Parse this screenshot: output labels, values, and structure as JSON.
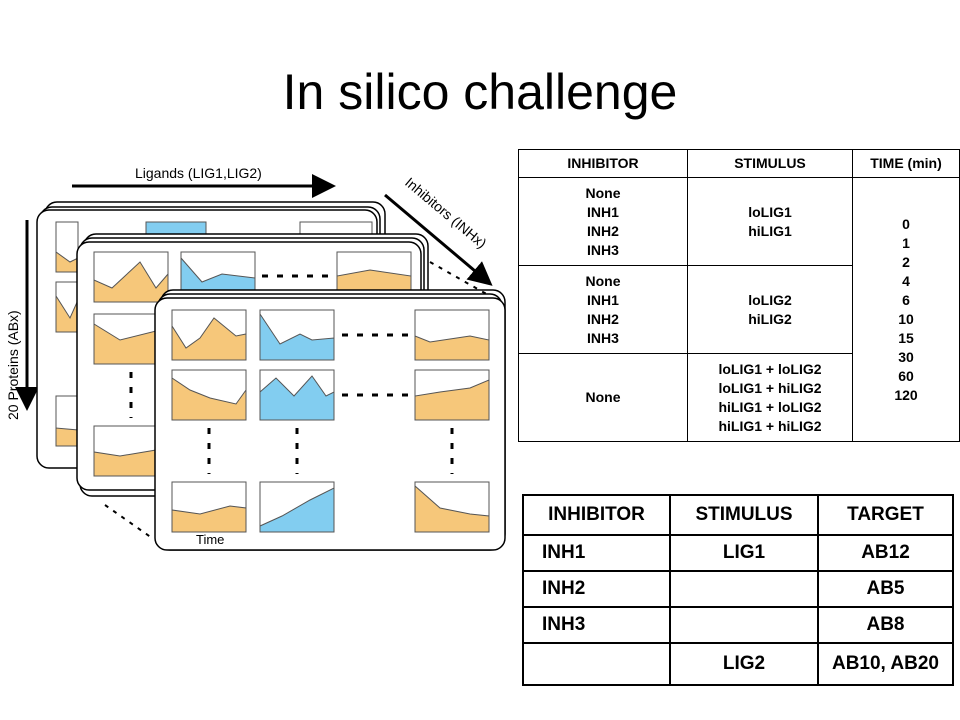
{
  "title": "In silico challenge",
  "diagram": {
    "ligands_label": "Ligands (LIG1,LIG2)",
    "inhibitors_label": "Inhibitors (INHx)",
    "proteins_label": "20 Proteins (ABx)",
    "time_label": "Time",
    "colors": {
      "orange": "#F6C77A",
      "blue": "#82CDF0"
    }
  },
  "table1": {
    "headers": [
      "INHIBITOR",
      "STIMULUS",
      "TIME (min)"
    ],
    "rows": [
      {
        "inhibitor": "None\nINH1\nINH2\nINH3",
        "stimulus": "loLIG1\nhiLIG1"
      },
      {
        "inhibitor": "None\nINH1\nINH2\nINH3",
        "stimulus": "loLIG2\nhiLIG2"
      },
      {
        "inhibitor": "None",
        "stimulus": "loLIG1 + loLIG2\nloLIG1 + hiLIG2\nhiLIG1 + loLIG2\nhiLIG1 + hiLIG2"
      }
    ],
    "times": "0\n1\n2\n4\n6\n10\n15\n30\n60\n120"
  },
  "table2": {
    "headers": [
      "INHIBITOR",
      "STIMULUS",
      "TARGET"
    ],
    "rows": [
      {
        "inhibitor": "INH1",
        "stimulus": "LIG1",
        "target": "AB12"
      },
      {
        "inhibitor": "INH2",
        "stimulus": "",
        "target": "AB5"
      },
      {
        "inhibitor": "INH3",
        "stimulus": "",
        "target": "AB8"
      },
      {
        "inhibitor": "",
        "stimulus": "LIG2",
        "target": "AB10, AB20"
      }
    ]
  }
}
